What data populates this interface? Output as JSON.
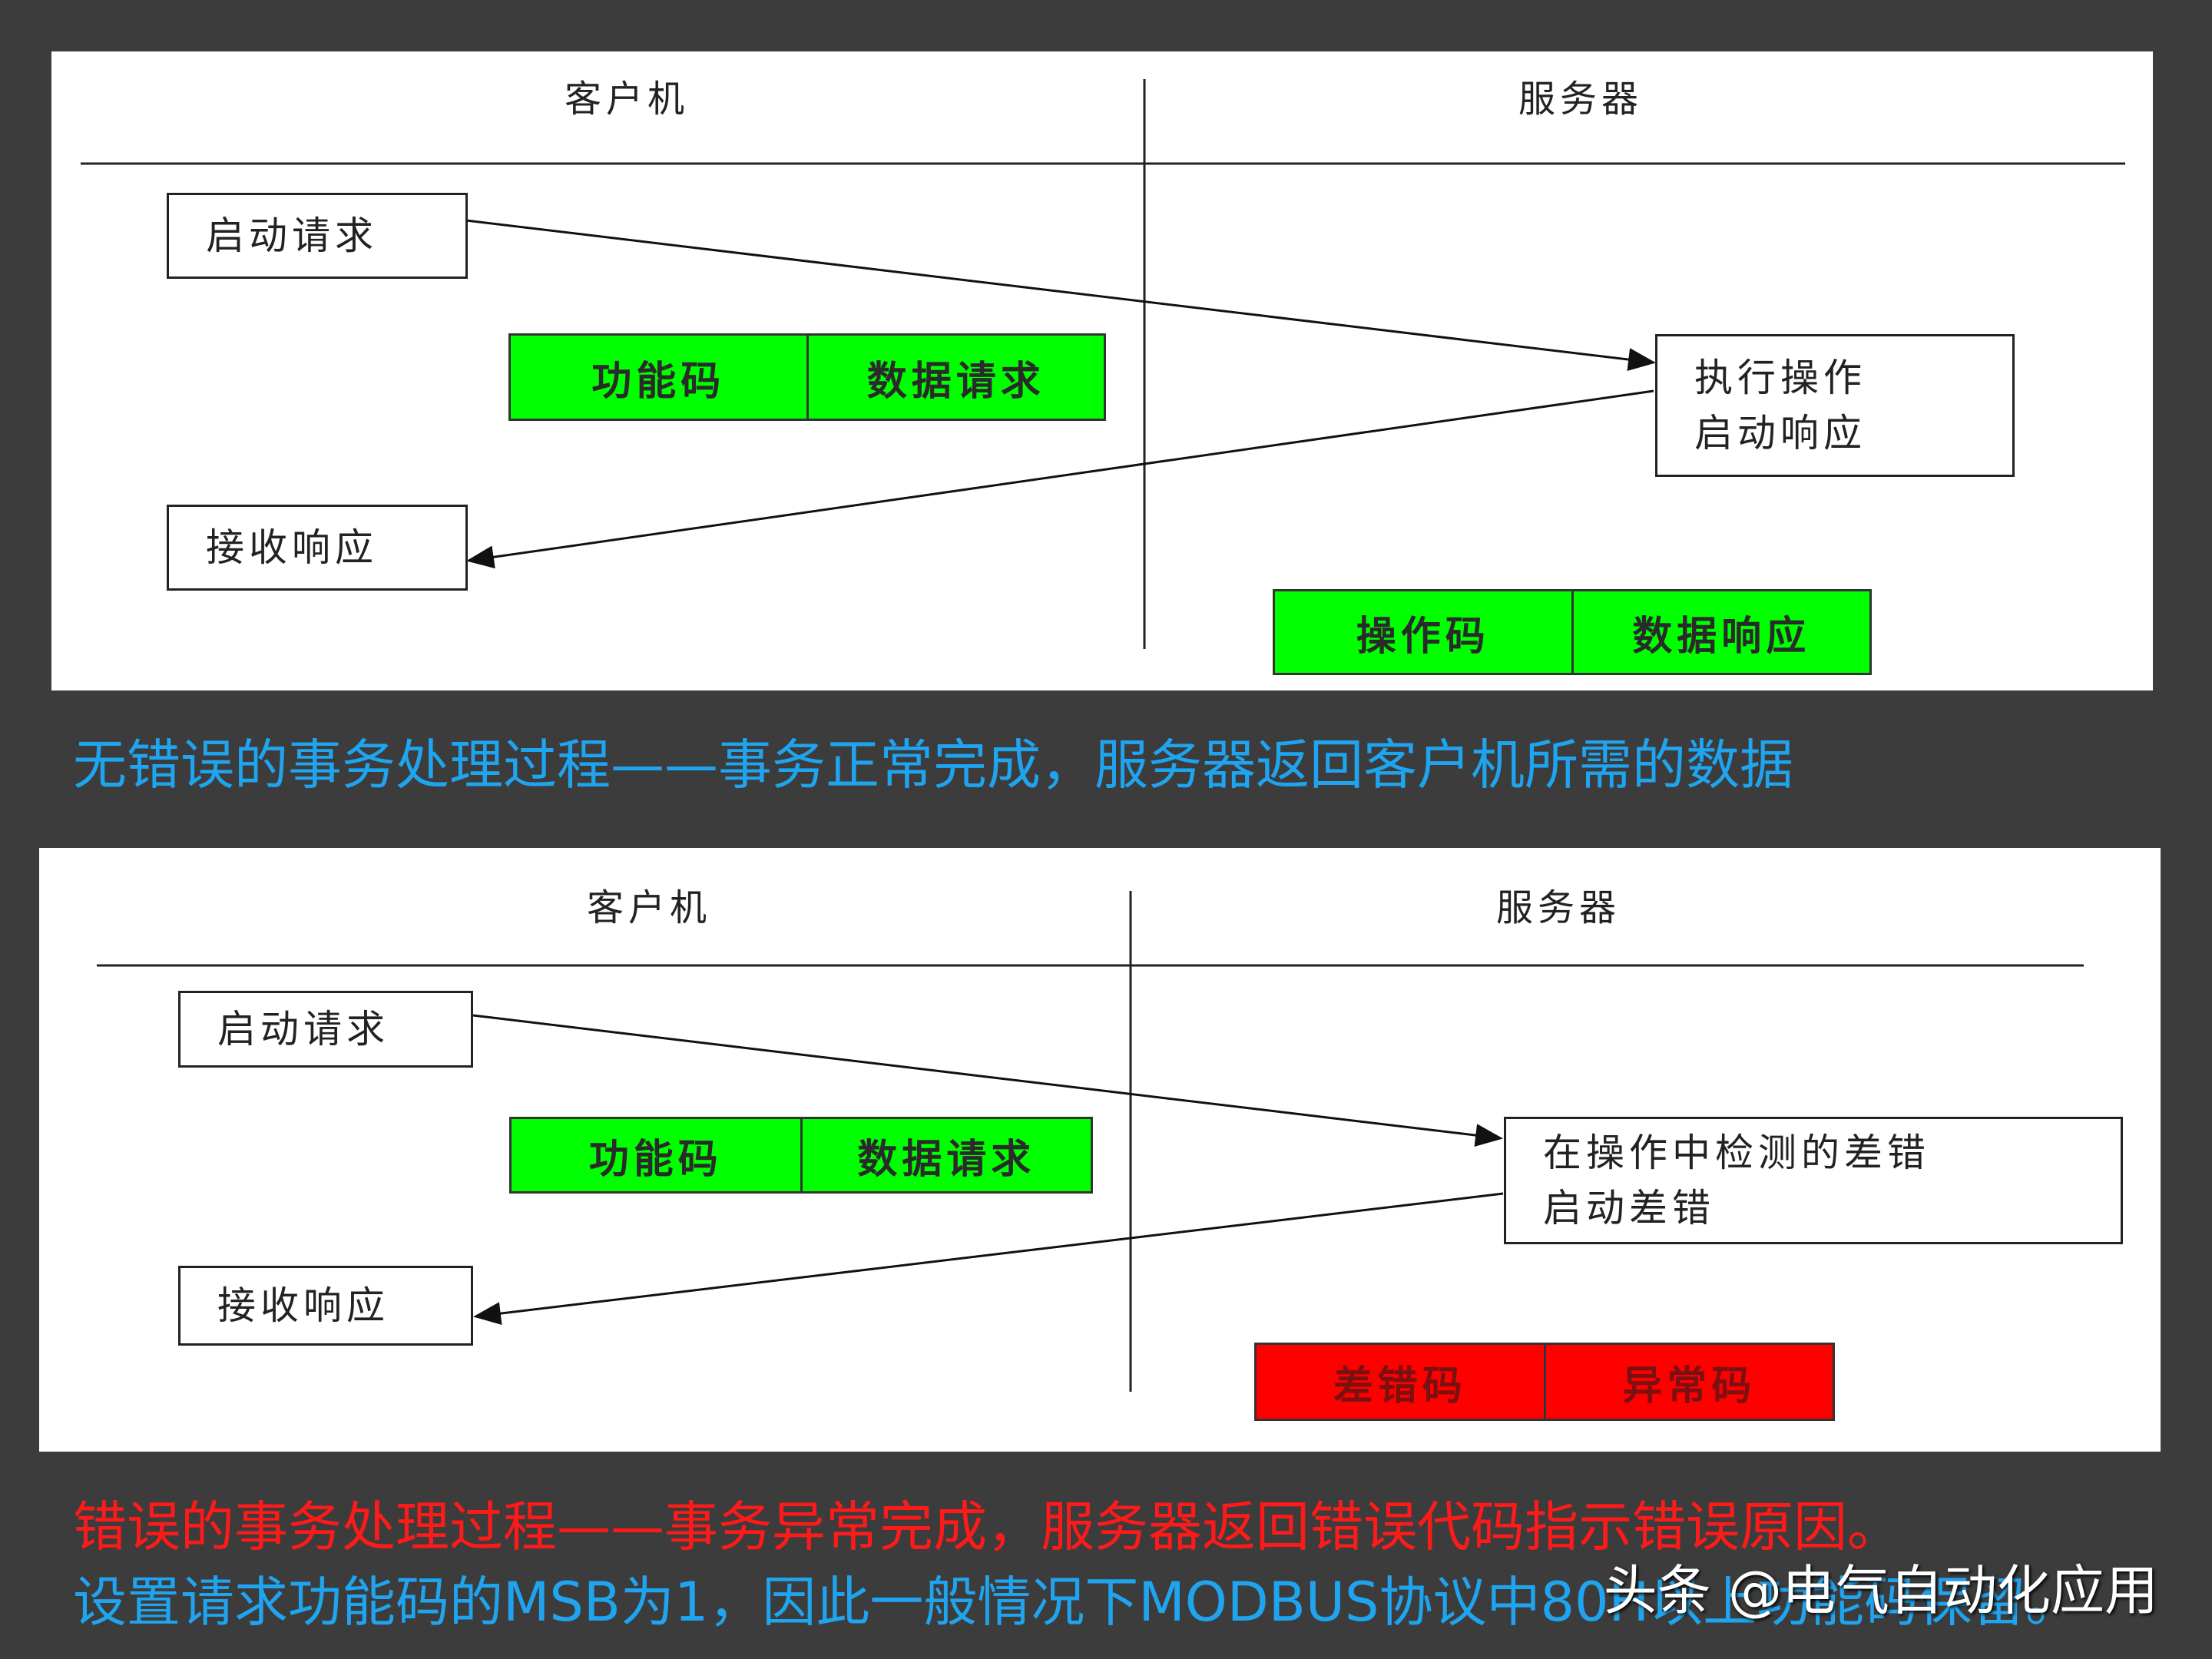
{
  "diagram1": {
    "client_header": "客户机",
    "server_header": "服务器",
    "start_request": "启动请求",
    "receive_response": "接收响应",
    "server_box": [
      "执行操作",
      "启动响应"
    ],
    "request_packet": [
      "功能码",
      "数据请求"
    ],
    "response_packet": [
      "操作码",
      "数据响应"
    ],
    "caption": "无错误的事务处理过程——事务正常完成，服务器返回客户机所需的数据"
  },
  "diagram2": {
    "client_header": "客户机",
    "server_header": "服务器",
    "start_request": "启动请求",
    "receive_response": "接收响应",
    "server_box": [
      "在操作中检测的差错",
      "启动差错"
    ],
    "request_packet": [
      "功能码",
      "数据请求"
    ],
    "response_packet": [
      "差错码",
      "异常码"
    ],
    "caption_line1": "错误的事务处理过程——事务异常完成，服务器返回错误代码指示错误原因。",
    "caption_line2": "设置请求功能码的MSB为1，因此一般情况下MODBUS协议中80H以上功能码保留。"
  },
  "watermark": "头条 @电气自动化应用",
  "colors": {
    "background": "#3c3c3c",
    "ok_packet": "#00ff00",
    "error_packet": "#ff0000",
    "caption_blue": "#1fa4f0",
    "caption_red": "#ff1a1a"
  }
}
